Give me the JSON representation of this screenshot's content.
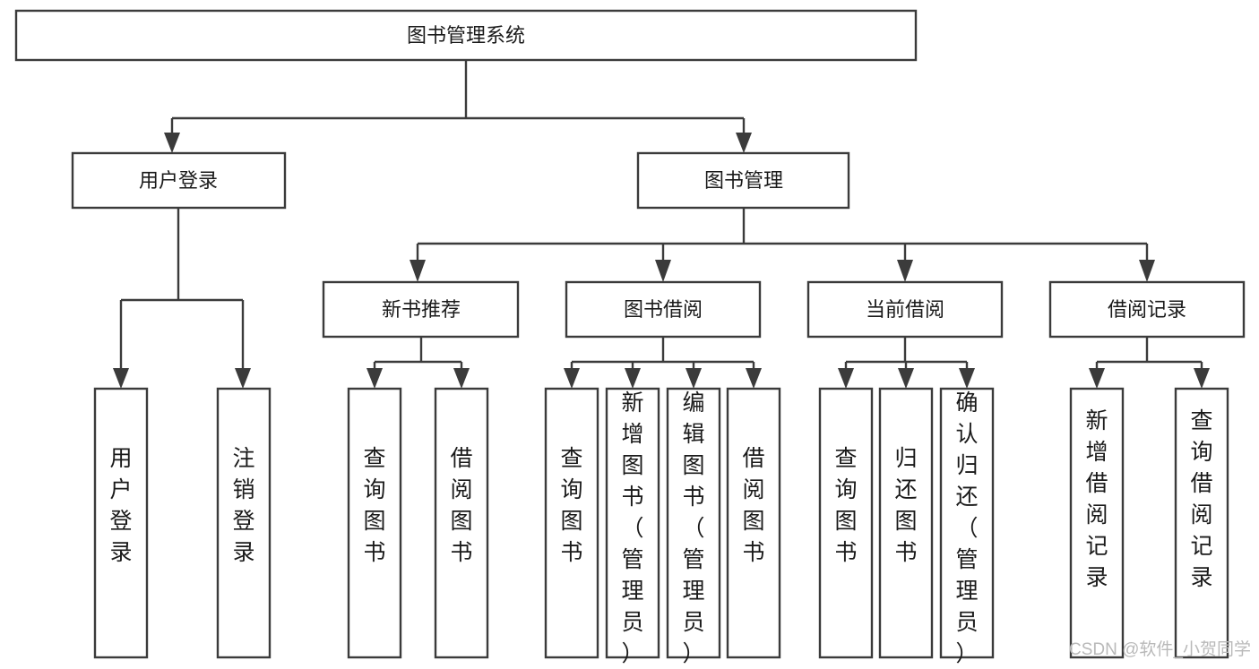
{
  "diagram": {
    "type": "tree",
    "title": "图书管理系统",
    "root": {
      "id": "root",
      "label": "图书管理系统",
      "orientation": "horizontal"
    },
    "level2": [
      {
        "id": "user-login",
        "label": "用户登录",
        "orientation": "horizontal"
      },
      {
        "id": "book-manage",
        "label": "图书管理",
        "orientation": "horizontal"
      }
    ],
    "level3": [
      {
        "id": "new-book-rec",
        "label": "新书推荐",
        "orientation": "horizontal",
        "parent": "book-manage"
      },
      {
        "id": "book-borrow",
        "label": "图书借阅",
        "orientation": "horizontal",
        "parent": "book-manage"
      },
      {
        "id": "current-borrow",
        "label": "当前借阅",
        "orientation": "horizontal",
        "parent": "book-manage"
      },
      {
        "id": "borrow-record",
        "label": "借阅记录",
        "orientation": "horizontal",
        "parent": "book-manage"
      }
    ],
    "leaves": [
      {
        "id": "leaf-user-login",
        "label": "用户登录",
        "orientation": "vertical",
        "parent": "user-login"
      },
      {
        "id": "leaf-logout",
        "label": "注销登录",
        "orientation": "vertical",
        "parent": "user-login"
      },
      {
        "id": "leaf-query-book-1",
        "label": "查询图书",
        "orientation": "vertical",
        "parent": "new-book-rec"
      },
      {
        "id": "leaf-borrow-book-1",
        "label": "借阅图书",
        "orientation": "vertical",
        "parent": "new-book-rec"
      },
      {
        "id": "leaf-query-book-2",
        "label": "查询图书",
        "orientation": "vertical",
        "parent": "book-borrow"
      },
      {
        "id": "leaf-add-book",
        "label": "新增图书（管理员）",
        "orientation": "vertical",
        "parent": "book-borrow"
      },
      {
        "id": "leaf-edit-book",
        "label": "编辑图书（管理员）",
        "orientation": "vertical",
        "parent": "book-borrow"
      },
      {
        "id": "leaf-borrow-book-2",
        "label": "借阅图书",
        "orientation": "vertical",
        "parent": "book-borrow"
      },
      {
        "id": "leaf-query-book-3",
        "label": "查询图书",
        "orientation": "vertical",
        "parent": "current-borrow"
      },
      {
        "id": "leaf-return-book",
        "label": "归还图书",
        "orientation": "vertical",
        "parent": "current-borrow"
      },
      {
        "id": "leaf-confirm-return",
        "label": "确认归还（管理员）",
        "orientation": "vertical",
        "parent": "current-borrow"
      },
      {
        "id": "leaf-add-record",
        "label": "新增借阅记录",
        "orientation": "vertical",
        "parent": "borrow-record"
      },
      {
        "id": "leaf-query-record",
        "label": "查询借阅记录",
        "orientation": "vertical",
        "parent": "borrow-record"
      }
    ]
  },
  "watermark": {
    "text": "CSDN @软件_小贺同学",
    "color": "#b9b9b9"
  },
  "colors": {
    "box_stroke": "#3b3b3b",
    "box_fill": "#ffffff",
    "text": "#1a1a1a",
    "background": "#ffffff"
  }
}
